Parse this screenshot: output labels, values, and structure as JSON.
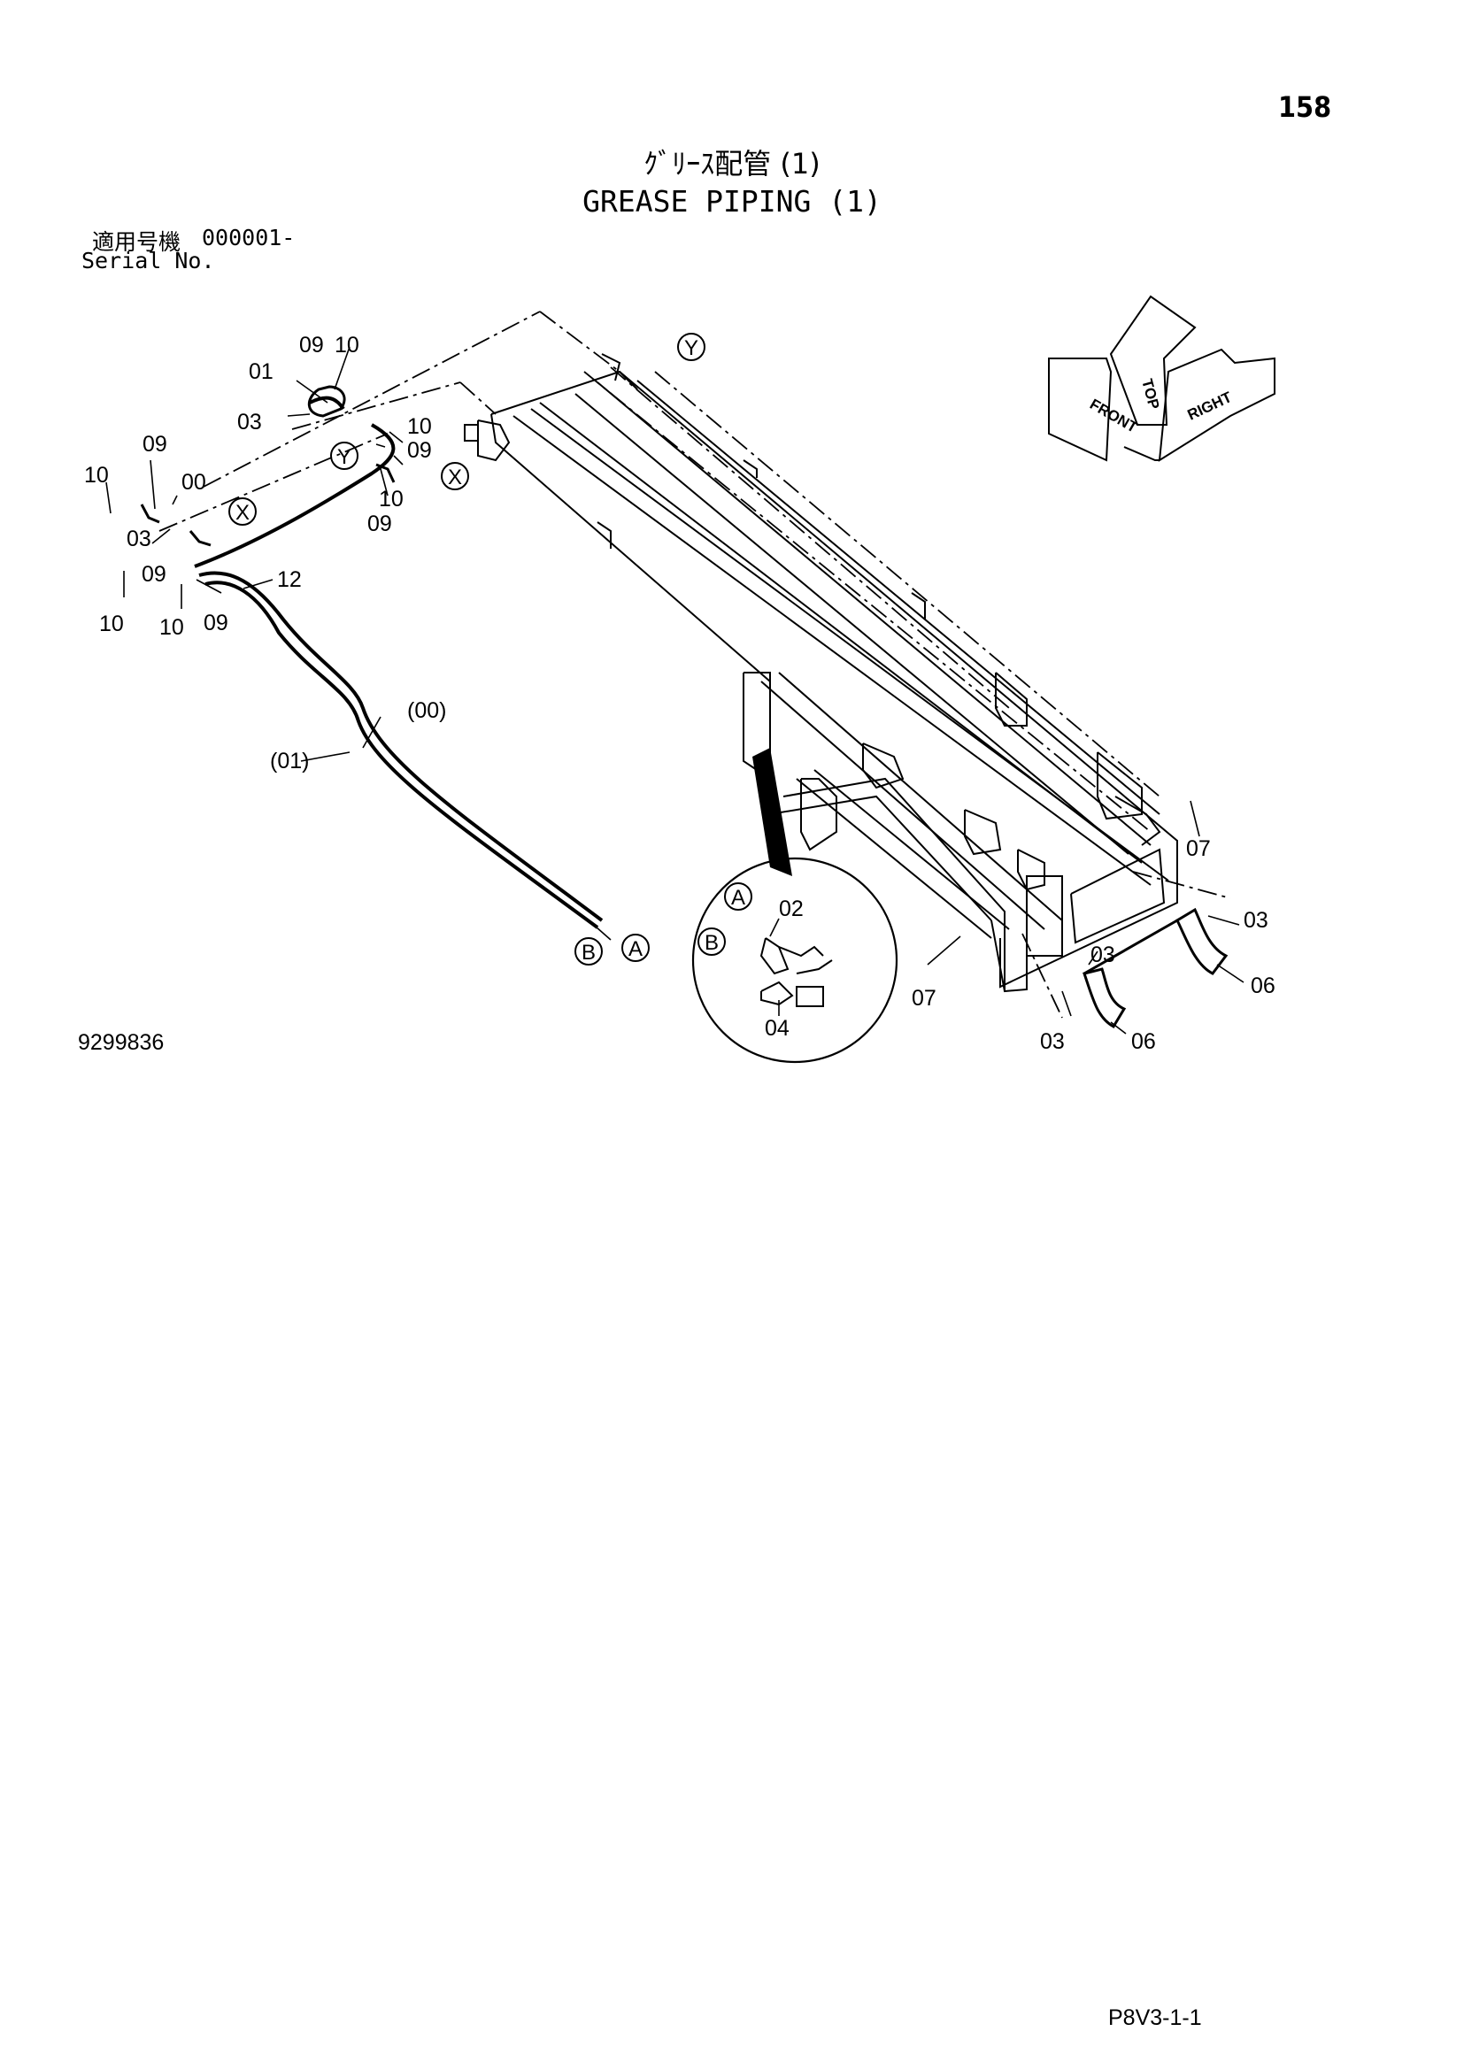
{
  "header": {
    "page_number": "158",
    "title_jp": "ｸﾞﾘｰｽ配管 (1)",
    "title_en": "GREASE PIPING (1)"
  },
  "serial": {
    "label_jp": "適用号機",
    "value": "000001-",
    "label_en": "Serial No."
  },
  "callouts": {
    "p00": "00",
    "p01": "01",
    "p02": "02",
    "p03": "03",
    "p04": "04",
    "p06": "06",
    "p07": "07",
    "p09": "09",
    "p10": "10",
    "p12": "12",
    "p00_paren": "(00)",
    "p01_paren": "(01)"
  },
  "detail_markers": {
    "a": "A",
    "b": "B",
    "x": "X",
    "y": "Y"
  },
  "orientation": {
    "top": "TOP",
    "front": "FRONT",
    "right": "RIGHT"
  },
  "footer": {
    "drawing_number": "9299836",
    "code": "P8V3-1-1"
  }
}
